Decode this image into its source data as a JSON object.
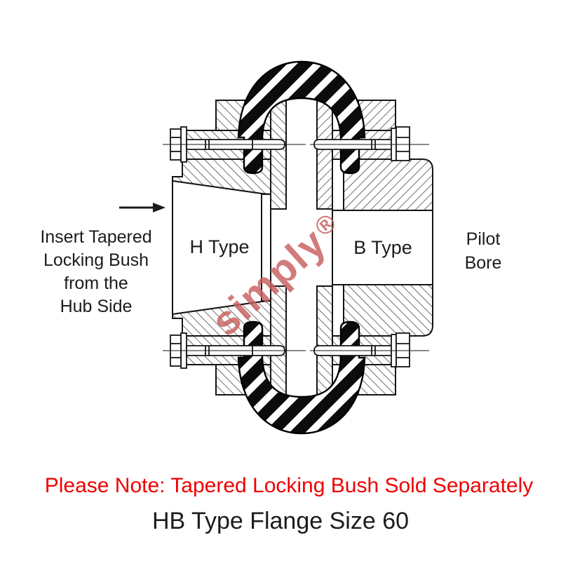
{
  "page": {
    "background": "#ffffff"
  },
  "diagram": {
    "annotation_left": {
      "lines": [
        "Insert Tapered",
        "Locking Bush",
        "from the",
        "Hub Side"
      ]
    },
    "hub_labels": {
      "left": "H Type",
      "right": "B Type"
    },
    "pilot_bore": {
      "line1": "Pilot",
      "line2": "Bore"
    },
    "watermark": {
      "text": "simply",
      "mark": "®",
      "color": "#c75f5f"
    },
    "ink_color": "#151515"
  },
  "note": {
    "text": "Please Note: Tapered Locking Bush Sold Separately",
    "color": "#ee0000"
  },
  "title": {
    "text": "HB Type Flange Size 60",
    "color": "#1c1c1c"
  }
}
